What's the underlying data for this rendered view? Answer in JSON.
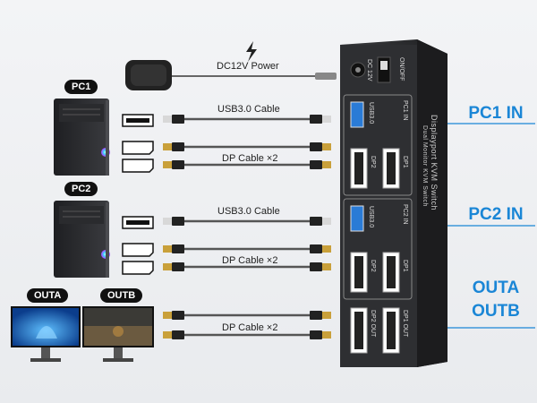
{
  "labels": {
    "power": "DC12V Power",
    "usb_cable_1": "USB3.0 Cable",
    "dp_cable_1": "DP Cable ×2",
    "usb_cable_2": "USB3.0 Cable",
    "dp_cable_2": "DP Cable ×2",
    "dp_cable_out": "DP Cable ×2"
  },
  "tags": {
    "pc1": "PC1",
    "pc2": "PC2",
    "outa": "OUTA",
    "outb": "OUTB"
  },
  "side_labels": {
    "pc1_in": "PC1 IN",
    "pc2_in": "PC2 IN",
    "outa": "OUTA",
    "outb": "OUTB"
  },
  "device": {
    "dc": "DC 12V",
    "onoff": "ON/OFF",
    "pc1_in": "PC1 IN",
    "pc2_in": "PC2 IN",
    "usb30_a": "USB3.0",
    "usb30_b": "USB3.0",
    "dp1_a": "DP1",
    "dp2_a": "DP2",
    "dp1_b": "DP1",
    "dp2_b": "DP2",
    "dp1_out": "DP1 OUT",
    "dp2_out": "DP2 OUT",
    "title": "Displayport KVM Switch",
    "subtitle": "Dual Monitor KVM Switch"
  },
  "colors": {
    "accent": "#1a86d6",
    "device": "#2b2b2d",
    "gold": "#c9a03a"
  }
}
